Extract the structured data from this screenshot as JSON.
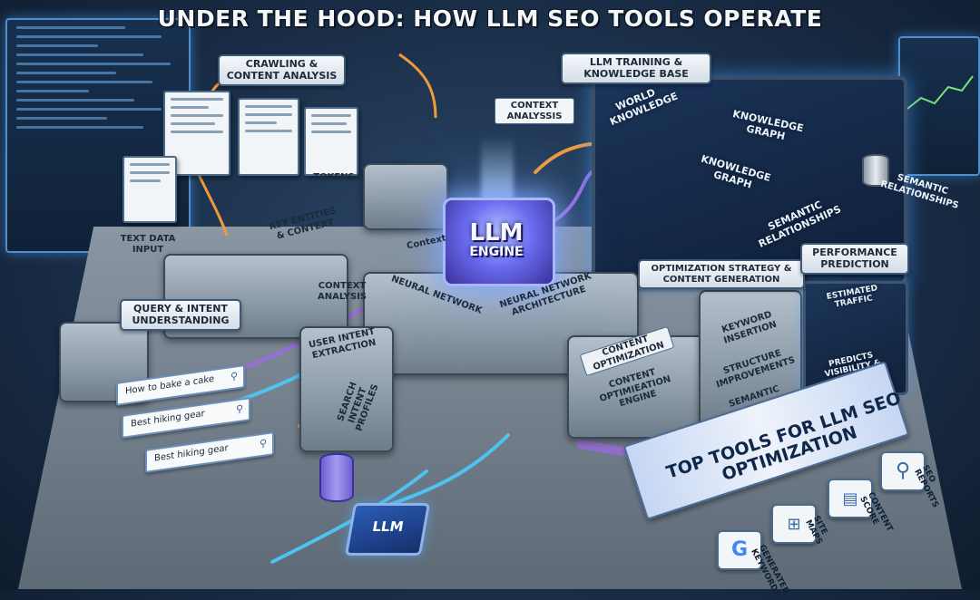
{
  "title": "UNDER THE HOOD: HOW LLM SEO TOOLS OPERATE",
  "engine": {
    "line1": "LLM",
    "line2": "ENGINE"
  },
  "labels": {
    "crawling": "CRAWLING & CONTENT ANALYSIS",
    "training": "LLM TRAINING & KNOWLEDGE BASE",
    "context_analysis_top": "CONTEXT ANALYSSIS",
    "tokens": "TOKENS",
    "text_data_input": "TEXT DATA INPUT",
    "key_entities": "KEY ENTITIES & CONTEXT",
    "context_small": "Context",
    "context_analysis": "CONTEXT ANALYSIS",
    "neural_network": "NEURAL NETWORK",
    "nn_architecture": "NEURAL NETWORK ARCHITECTURE",
    "query_intent": "QUERY & INTENT UNDERSTANDING",
    "user_intent": "USER INTENT EXTRACTION",
    "search_profiles": "SEARCH INTENT PROFILES",
    "optimization_strategy": "OPTIMIZATION STRATEGY & CONTENT GENERATION",
    "performance_prediction": "PERFORMANCE PREDICTION",
    "content_optimization": "CONTENT OPTIMIZATION",
    "content_engine": "CONTENT OPTIMIEATION ENGINE",
    "keyword_insertion": "KEYWORD INSERTION",
    "structure_improvements": "STRUCTURE IMPROVEMENTS",
    "semantic_enrichment": "SEMANTIC ENRICHMENT",
    "estimated_traffic": "ESTIMATED TRAFFIC",
    "predicts_visibility": "PREDICTS VISIBILITY & RANNING",
    "chip": "LLM"
  },
  "knowledge": {
    "world": "WORLD KNOWLEDGE",
    "graph_top": "KNOWLEDGE GRAPH",
    "graph_center": "KNOWLEDGE GRAPH",
    "semantic_bottom": "SEMANTIC RELATIONSHIPS",
    "semantic_side": "SEMANTIC RELATIONSHIPS"
  },
  "search_queries": [
    "How to bake a cake",
    "Best hiking gear",
    "Best hiking gear"
  ],
  "ribbon": "TOP TOOLS FOR LLM SEO OPTIMIZATION",
  "tools": [
    {
      "label": "GENERATED KEYWORDS",
      "icon": "google-logo-icon"
    },
    {
      "label": "SITE MAPS",
      "icon": "sitemap-icon"
    },
    {
      "label": "CONTENT SCORE",
      "icon": "content-score-icon"
    },
    {
      "label": "SEO REPORTS",
      "icon": "magnifier-icon"
    }
  ],
  "colors": {
    "accent_glow": "#7fa6ff",
    "orange": "#f29a3b",
    "purple": "#9b6be0",
    "cyan": "#4fc3f0"
  }
}
